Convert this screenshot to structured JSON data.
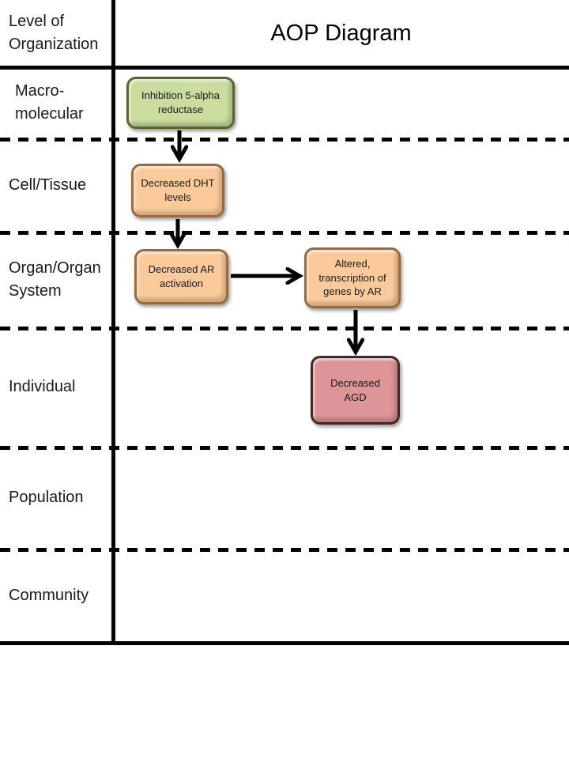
{
  "table": {
    "corner_label": "Level of\nOrganization",
    "title": "AOP Diagram",
    "rows": [
      {
        "id": "macromolecular",
        "label": "Macro-\nmolecular"
      },
      {
        "id": "cell-tissue",
        "label": "Cell/Tissue"
      },
      {
        "id": "organ-organ-system",
        "label": "Organ/Organ\nSystem"
      },
      {
        "id": "individual",
        "label": "Individual"
      },
      {
        "id": "population",
        "label": "Population"
      },
      {
        "id": "community",
        "label": "Community"
      }
    ]
  },
  "diagram": {
    "nodes": [
      {
        "id": "mie",
        "label": "Inhibition 5-alpha\nreductase",
        "row": "Macro-molecular",
        "fill": "#CBDD9E",
        "border": "#5A652F"
      },
      {
        "id": "ke1",
        "label": "Decreased DHT\nlevels",
        "row": "Cell/Tissue",
        "fill": "#FACA9B",
        "border": "#9A6A3C"
      },
      {
        "id": "ke2",
        "label": "Decreased AR\nactivation",
        "row": "Organ/Organ System",
        "fill": "#FACA9B",
        "border": "#9A6A3C"
      },
      {
        "id": "ke3",
        "label": "Altered,\ntranscription of\ngenes by AR",
        "row": "Organ/Organ System",
        "fill": "#FACA9B",
        "border": "#9A6A3C"
      },
      {
        "id": "ao",
        "label": "Decreased\nAGD",
        "row": "Individual",
        "fill": "#DD9598",
        "border": "#452628"
      }
    ],
    "edges": [
      {
        "from": "mie",
        "to": "ke1"
      },
      {
        "from": "ke1",
        "to": "ke2"
      },
      {
        "from": "ke2",
        "to": "ke3"
      },
      {
        "from": "ke3",
        "to": "ao"
      }
    ],
    "arrow_color": "#000000",
    "grid_line_color": "#000000"
  }
}
